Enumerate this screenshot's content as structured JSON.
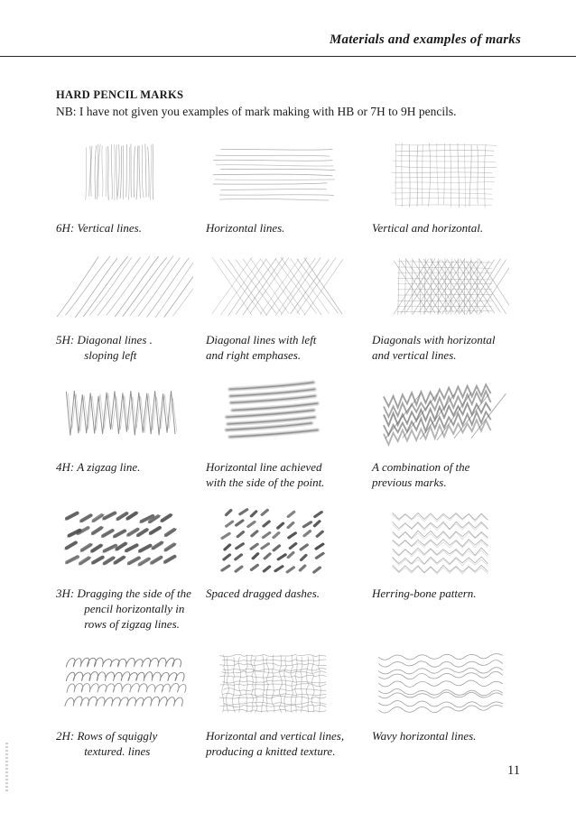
{
  "page": {
    "header_title": "Materials and examples of marks",
    "page_number": "11"
  },
  "colors": {
    "text": "#1b1b1b",
    "rule": "#2a2a2a",
    "pencil_light": "#8f8f8f",
    "pencil_mid": "#777777",
    "pencil_dark": "#3e3e3e"
  },
  "content": {
    "heading": "HARD PENCIL MARKS",
    "note": "NB: I have not given you examples of mark making with HB or 7H to 9H pencils.",
    "rows": [
      {
        "cells": [
          {
            "caption": "6H: Vertical lines.",
            "pattern": "vertical-lines"
          },
          {
            "caption": "Horizontal lines.",
            "pattern": "horizontal-lines"
          },
          {
            "caption": "Vertical and horizontal.",
            "pattern": "grid"
          }
        ]
      },
      {
        "cells": [
          {
            "caption": "5H: Diagonal lines .\nsloping left",
            "pattern": "diagonal-left"
          },
          {
            "caption": "Diagonal lines with left\nand right emphases.",
            "pattern": "diagonal-crosshatch"
          },
          {
            "caption": "Diagonals with horizontal\nand vertical lines.",
            "pattern": "dense-crosshatch"
          }
        ]
      },
      {
        "cells": [
          {
            "caption": "4H: A zigzag line.",
            "pattern": "zigzag"
          },
          {
            "caption": "Horizontal line achieved\nwith the side of the point.",
            "pattern": "thick-horizontal"
          },
          {
            "caption": "A combination of the\nprevious marks.",
            "pattern": "zigzag-combo"
          }
        ]
      },
      {
        "cells": [
          {
            "caption": "3H: Dragging the side of the\npencil horizontally in\nrows of zigzag lines.",
            "pattern": "dragged-rows"
          },
          {
            "caption": "Spaced dragged dashes.",
            "pattern": "spaced-dashes"
          },
          {
            "caption": "Herring-bone pattern.",
            "pattern": "herringbone"
          }
        ]
      },
      {
        "cells": [
          {
            "caption": "2H: Rows of squiggly\ntextured. lines",
            "pattern": "squiggles"
          },
          {
            "caption": "Horizontal and vertical lines,\nproducing a knitted texture.",
            "pattern": "knitted"
          },
          {
            "caption": "Wavy horizontal lines.",
            "pattern": "wavy"
          }
        ]
      }
    ]
  }
}
